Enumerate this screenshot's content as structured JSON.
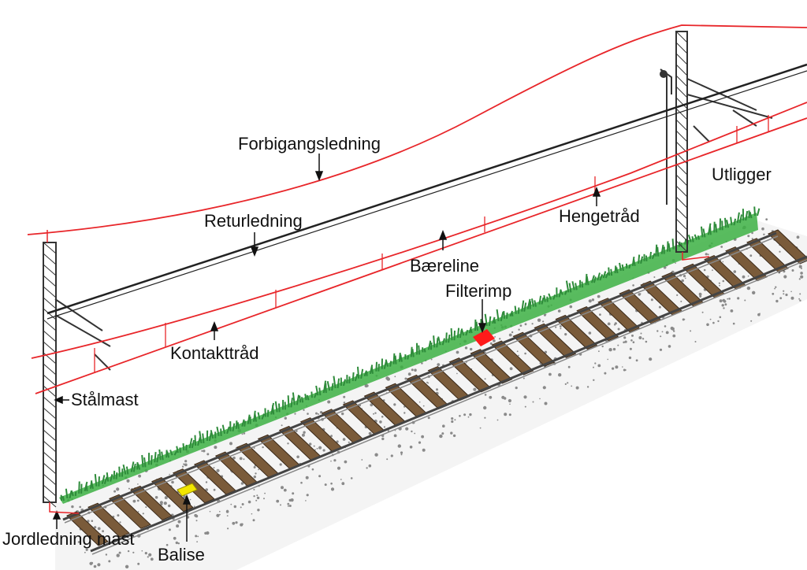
{
  "diagram": {
    "labels": {
      "forbigangsledning": "Forbigangsledning",
      "returledning": "Returledning",
      "hengetrad": "Hengetråd",
      "utligger": "Utligger",
      "baereline": "Bæreline",
      "filterimp": "Filterimp",
      "kontakttrad": "Kontakttråd",
      "stalmast": "Stålmast",
      "jordledning_mast": "Jordledning mast",
      "balise": "Balise"
    },
    "colors": {
      "wire_red": "#e8262a",
      "return_wire": "#222222",
      "mast": "#333333",
      "grass": "#3cb043",
      "sleeper": "#7a5b3a",
      "rail": "#444444",
      "filterimp": "#ff1a1a",
      "balise": "#f2e600"
    }
  }
}
